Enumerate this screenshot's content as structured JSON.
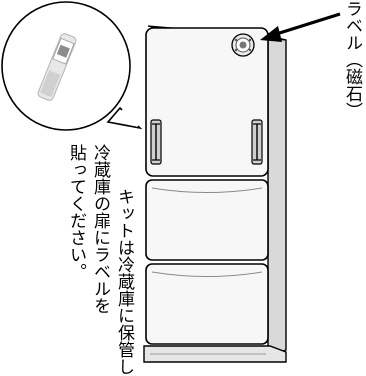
{
  "callout": {
    "label_text": "ラベル（磁石）"
  },
  "instruction": {
    "line1": "キットは冷蔵庫に保管し、",
    "line2": "冷蔵庫の扉にラベルを",
    "line3": "貼ってください。"
  },
  "colors": {
    "outline": "#000000",
    "fridge_body": "#f2f2f2",
    "fridge_shade": "#d9d9d9",
    "handle": "#bfbfbf"
  },
  "icons": {
    "label_magnet": "round-label-magnet-icon",
    "test_kit": "test-kit-tube-icon"
  }
}
